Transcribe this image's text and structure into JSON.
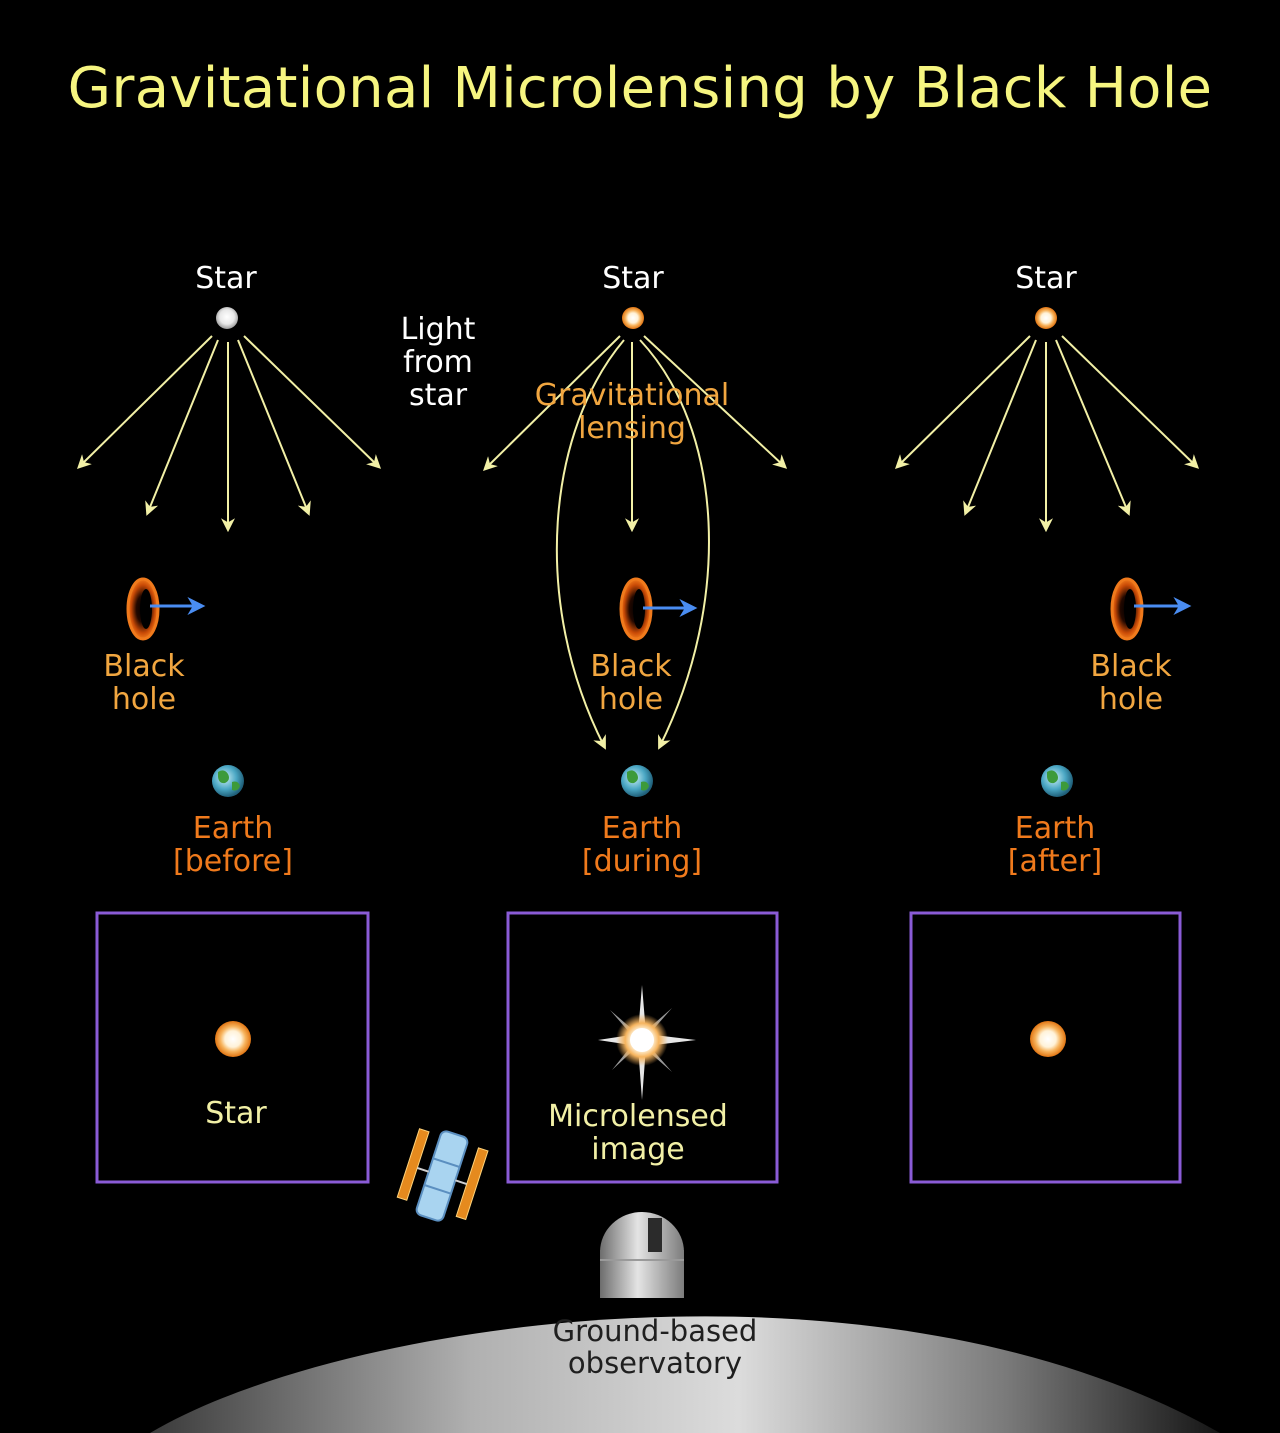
{
  "title": "Gravitational Microlensing by Black Hole",
  "labels": {
    "light_from_star": [
      "Light",
      "from",
      "star"
    ],
    "gravitational_lensing": [
      "Gravitational",
      "lensing"
    ],
    "ground_observatory": [
      "Ground-based",
      "observatory"
    ]
  },
  "panels": [
    {
      "star_label": "Star",
      "black_hole_label": [
        "Black",
        "hole"
      ],
      "earth_label": [
        "Earth",
        "[before]"
      ],
      "view_label": [
        "Star"
      ]
    },
    {
      "star_label": "Star",
      "black_hole_label": [
        "Black",
        "hole"
      ],
      "earth_label": [
        "Earth",
        "[during]"
      ],
      "view_label": [
        "Microlensed",
        "image"
      ]
    },
    {
      "star_label": "Star",
      "black_hole_label": [
        "Black",
        "hole"
      ],
      "earth_label": [
        "Earth",
        "[after]"
      ],
      "view_label": []
    }
  ],
  "icons": {
    "star": "star-icon",
    "black_hole": "black-hole-icon",
    "earth": "earth-icon",
    "telescope": "space-telescope-icon",
    "observatory": "observatory-dome-icon"
  },
  "colors": {
    "background": "#000000",
    "title": "#f6f580",
    "light_rays": "#f2f0a6",
    "black_hole": "#f07a1c",
    "motion_arrow": "#4a8df2",
    "view_frame": "#8a5bd6"
  }
}
